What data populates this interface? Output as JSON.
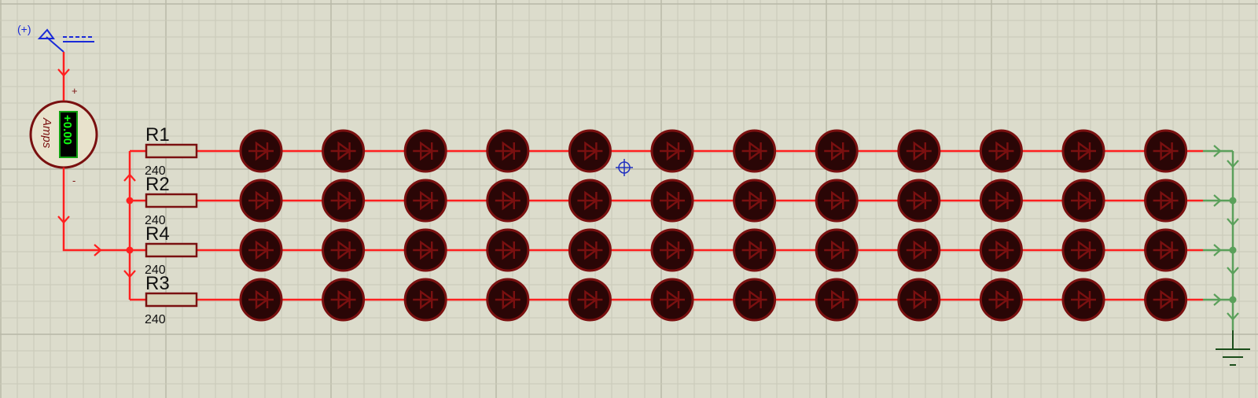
{
  "colors": {
    "background": "#dcdccc",
    "grid_minor": "#c9c9b8",
    "grid_major": "#b7b7a6",
    "wire_active": "#ff1f1f",
    "wire_ground": "#5aa05a",
    "component_outline": "#7a1010",
    "led_fill": "#2a0606",
    "resistor_fill": "#d6d2b8",
    "meter_fill": "#e8e2cc",
    "meter_display": "#10ff10",
    "terminal_blue": "#1a2ad8",
    "cursor_blue": "#2030c0"
  },
  "power_terminal": {
    "label": "(+)",
    "icon": "power-terminal-icon"
  },
  "ammeter": {
    "reading": "+0.00",
    "unit_label": "Amps",
    "plus_label": "+",
    "minus_label": "-"
  },
  "rows": [
    {
      "ref": "R1",
      "value": "240"
    },
    {
      "ref": "R2",
      "value": "240"
    },
    {
      "ref": "R4",
      "value": "240"
    },
    {
      "ref": "R3",
      "value": "240"
    }
  ],
  "leds_per_row": 12,
  "ground": {
    "icon": "ground-icon"
  },
  "cursor": {
    "icon": "crosshair-cursor-icon"
  }
}
